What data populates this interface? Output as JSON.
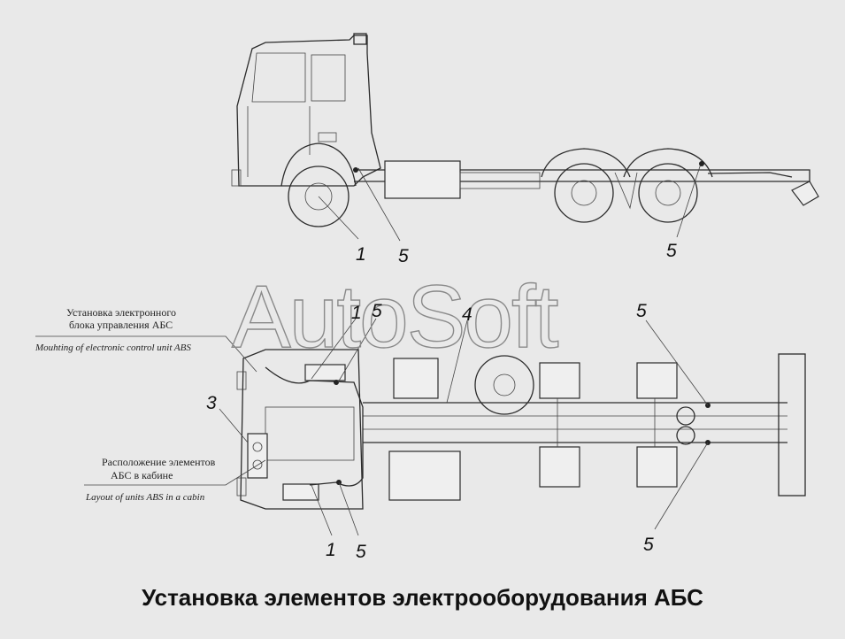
{
  "caption": "Установка элементов электрооборудования АБС",
  "watermark": "AutoSoft",
  "notes": {
    "ecu_ru_1": "Установка электронного",
    "ecu_ru_2": "блока управления АБС",
    "ecu_en": "Mouhting of electronic control unit ABS",
    "cabin_ru_1": "Расположение элементов",
    "cabin_ru_2": "АБС в кабине",
    "cabin_en": "Layout of units ABS in a cabin"
  },
  "callouts": {
    "side_1": "1",
    "side_5a": "5",
    "side_5b": "5",
    "top_1a": "1",
    "top_5a": "5",
    "top_4": "4",
    "top_5b": "5",
    "top_3": "3",
    "top_1b": "1",
    "top_5c": "5",
    "top_5d": "5"
  }
}
